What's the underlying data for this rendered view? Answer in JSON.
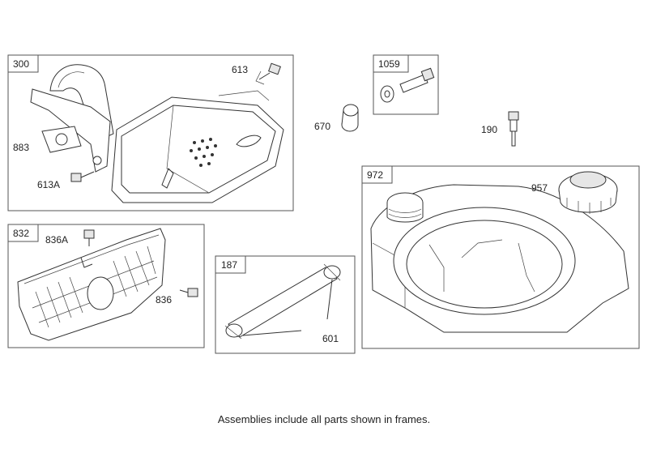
{
  "frames": {
    "muffler": "300",
    "guard": "832",
    "hose": "187",
    "spacer_kit": "1059",
    "tank": "972"
  },
  "parts": {
    "screw_613": "613",
    "gasket_883": "883",
    "screw_613A": "613A",
    "screw_836A": "836A",
    "screw_836": "836",
    "hose_601": "601",
    "spacer_670": "670",
    "stud_190": "190",
    "cap_957": "957"
  },
  "footnote": "Assemblies include all parts shown in frames."
}
